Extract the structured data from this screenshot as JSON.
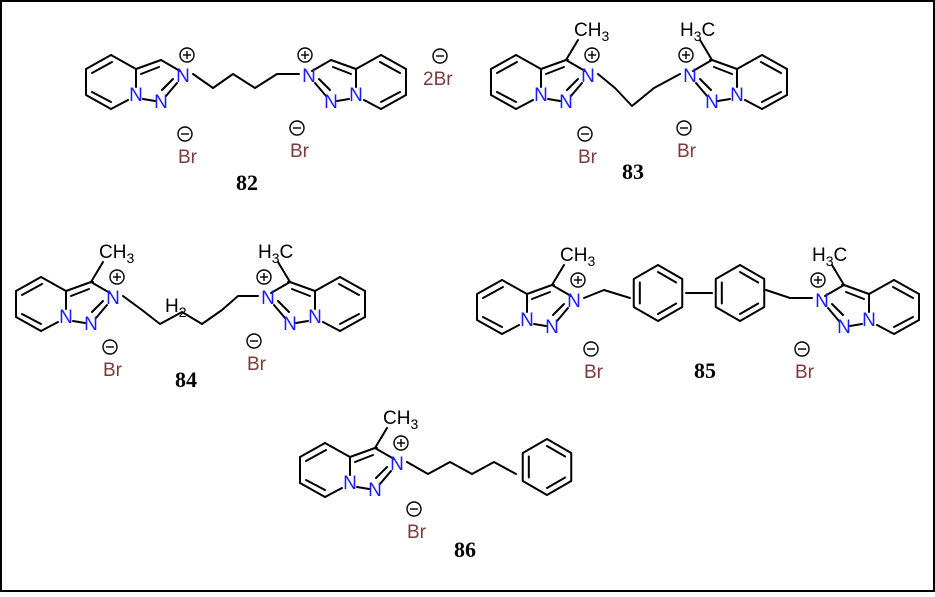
{
  "atoms": {
    "nitrogen": "N",
    "methyl_c": "CH",
    "methyl_h": "H",
    "methyl_sub": "3",
    "bromide": "Br",
    "two_bromide": "2Br",
    "methylene": "H",
    "methylene_sub": "2"
  },
  "compounds": [
    {
      "label": "82"
    },
    {
      "label": "83"
    },
    {
      "label": "84"
    },
    {
      "label": "85"
    },
    {
      "label": "86"
    }
  ],
  "colors": {
    "nitrogen": "#1a1aff",
    "bromide": "#7a3b3b",
    "bond": "#000000",
    "border": "#000000"
  }
}
